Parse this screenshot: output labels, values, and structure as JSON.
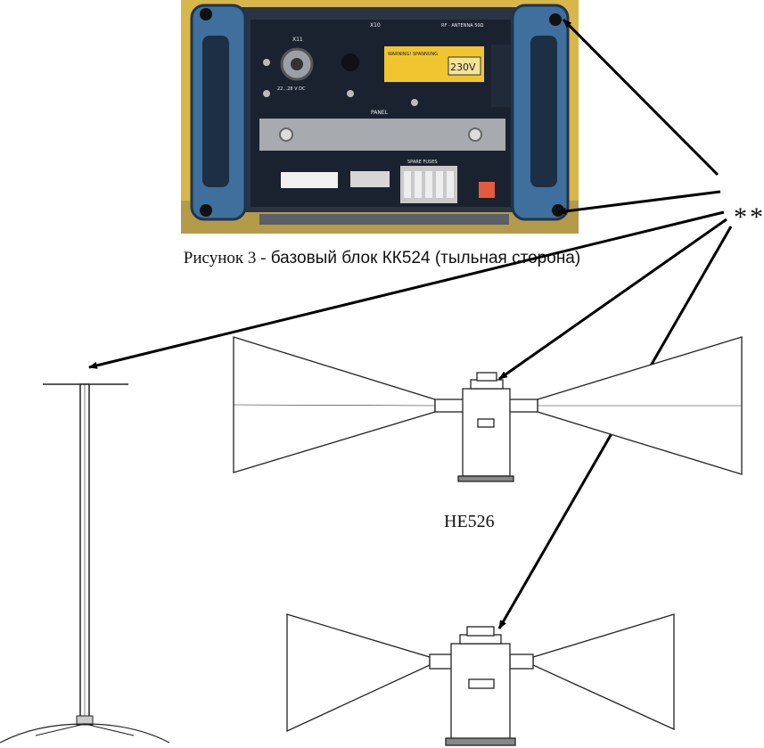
{
  "device_photo": {
    "panel_labels": {
      "top_center": "X10",
      "top_right": "RF - ANTENNA 50Ω",
      "connector_x11": "X11",
      "voltage_range": "22...28 V DC",
      "power_port": "PANEL",
      "warning_title": "WARNING! SPANNUNG",
      "voltage": "230V",
      "spare_fuses": "SPARE FUSES"
    }
  },
  "caption": {
    "prefix": "Рисунок 3 -",
    "text": " базовый блок КК524 (тыльная сторона)"
  },
  "marker": "**",
  "antenna_label": "HE526"
}
